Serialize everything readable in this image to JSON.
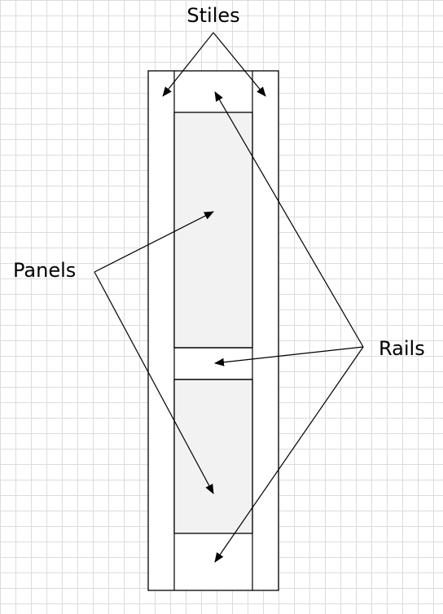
{
  "labels": {
    "stiles": "Stiles",
    "panels": "Panels",
    "rails": "Rails"
  },
  "colors": {
    "panel_fill": "#f2f2f2",
    "line": "#000000",
    "grid": "#dcdcdc"
  }
}
